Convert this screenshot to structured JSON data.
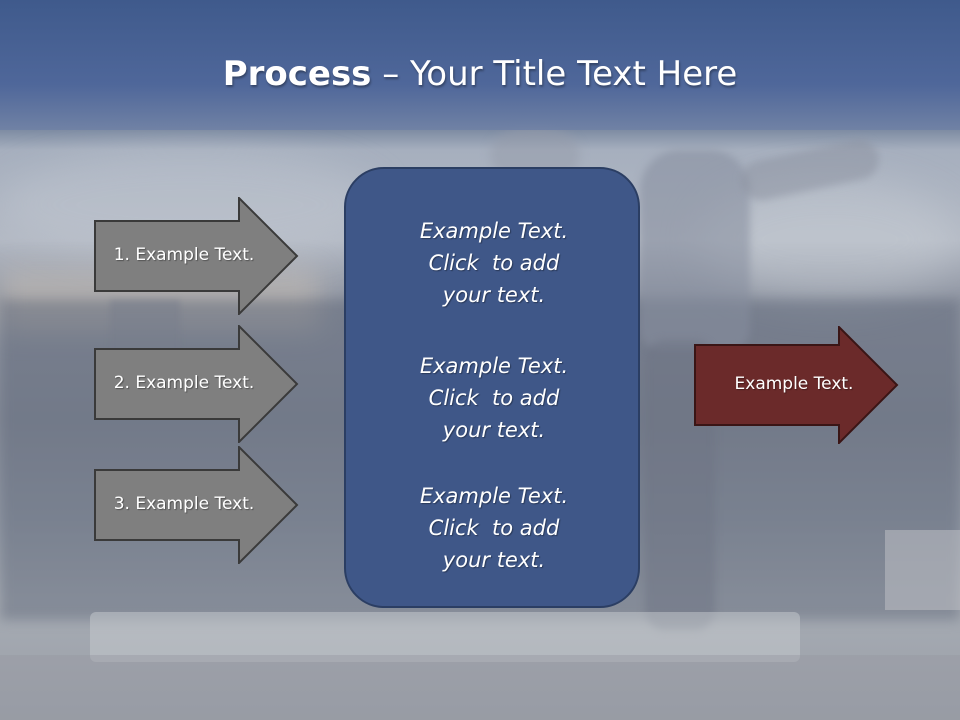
{
  "slide": {
    "title_bold": "Process",
    "title_rest": " – Your Title Text Here",
    "input_steps": [
      {
        "label": "1. Example Text."
      },
      {
        "label": "2. Example Text."
      },
      {
        "label": "3. Example Text."
      }
    ],
    "center_blocks": [
      {
        "line1": "Example Text.",
        "line2": "Click  to add",
        "line3": "your text."
      },
      {
        "line1": "Example Text.",
        "line2": "Click  to add",
        "line3": "your text."
      },
      {
        "line1": "Example Text.",
        "line2": "Click  to add",
        "line3": "your text."
      }
    ],
    "output": {
      "label": "Example Text."
    },
    "colors": {
      "title_bar": "#4a6396",
      "input_arrow_fill": "#7f7f7f",
      "center_fill": "#3f5788",
      "output_arrow_fill": "#6b2a2a"
    }
  }
}
